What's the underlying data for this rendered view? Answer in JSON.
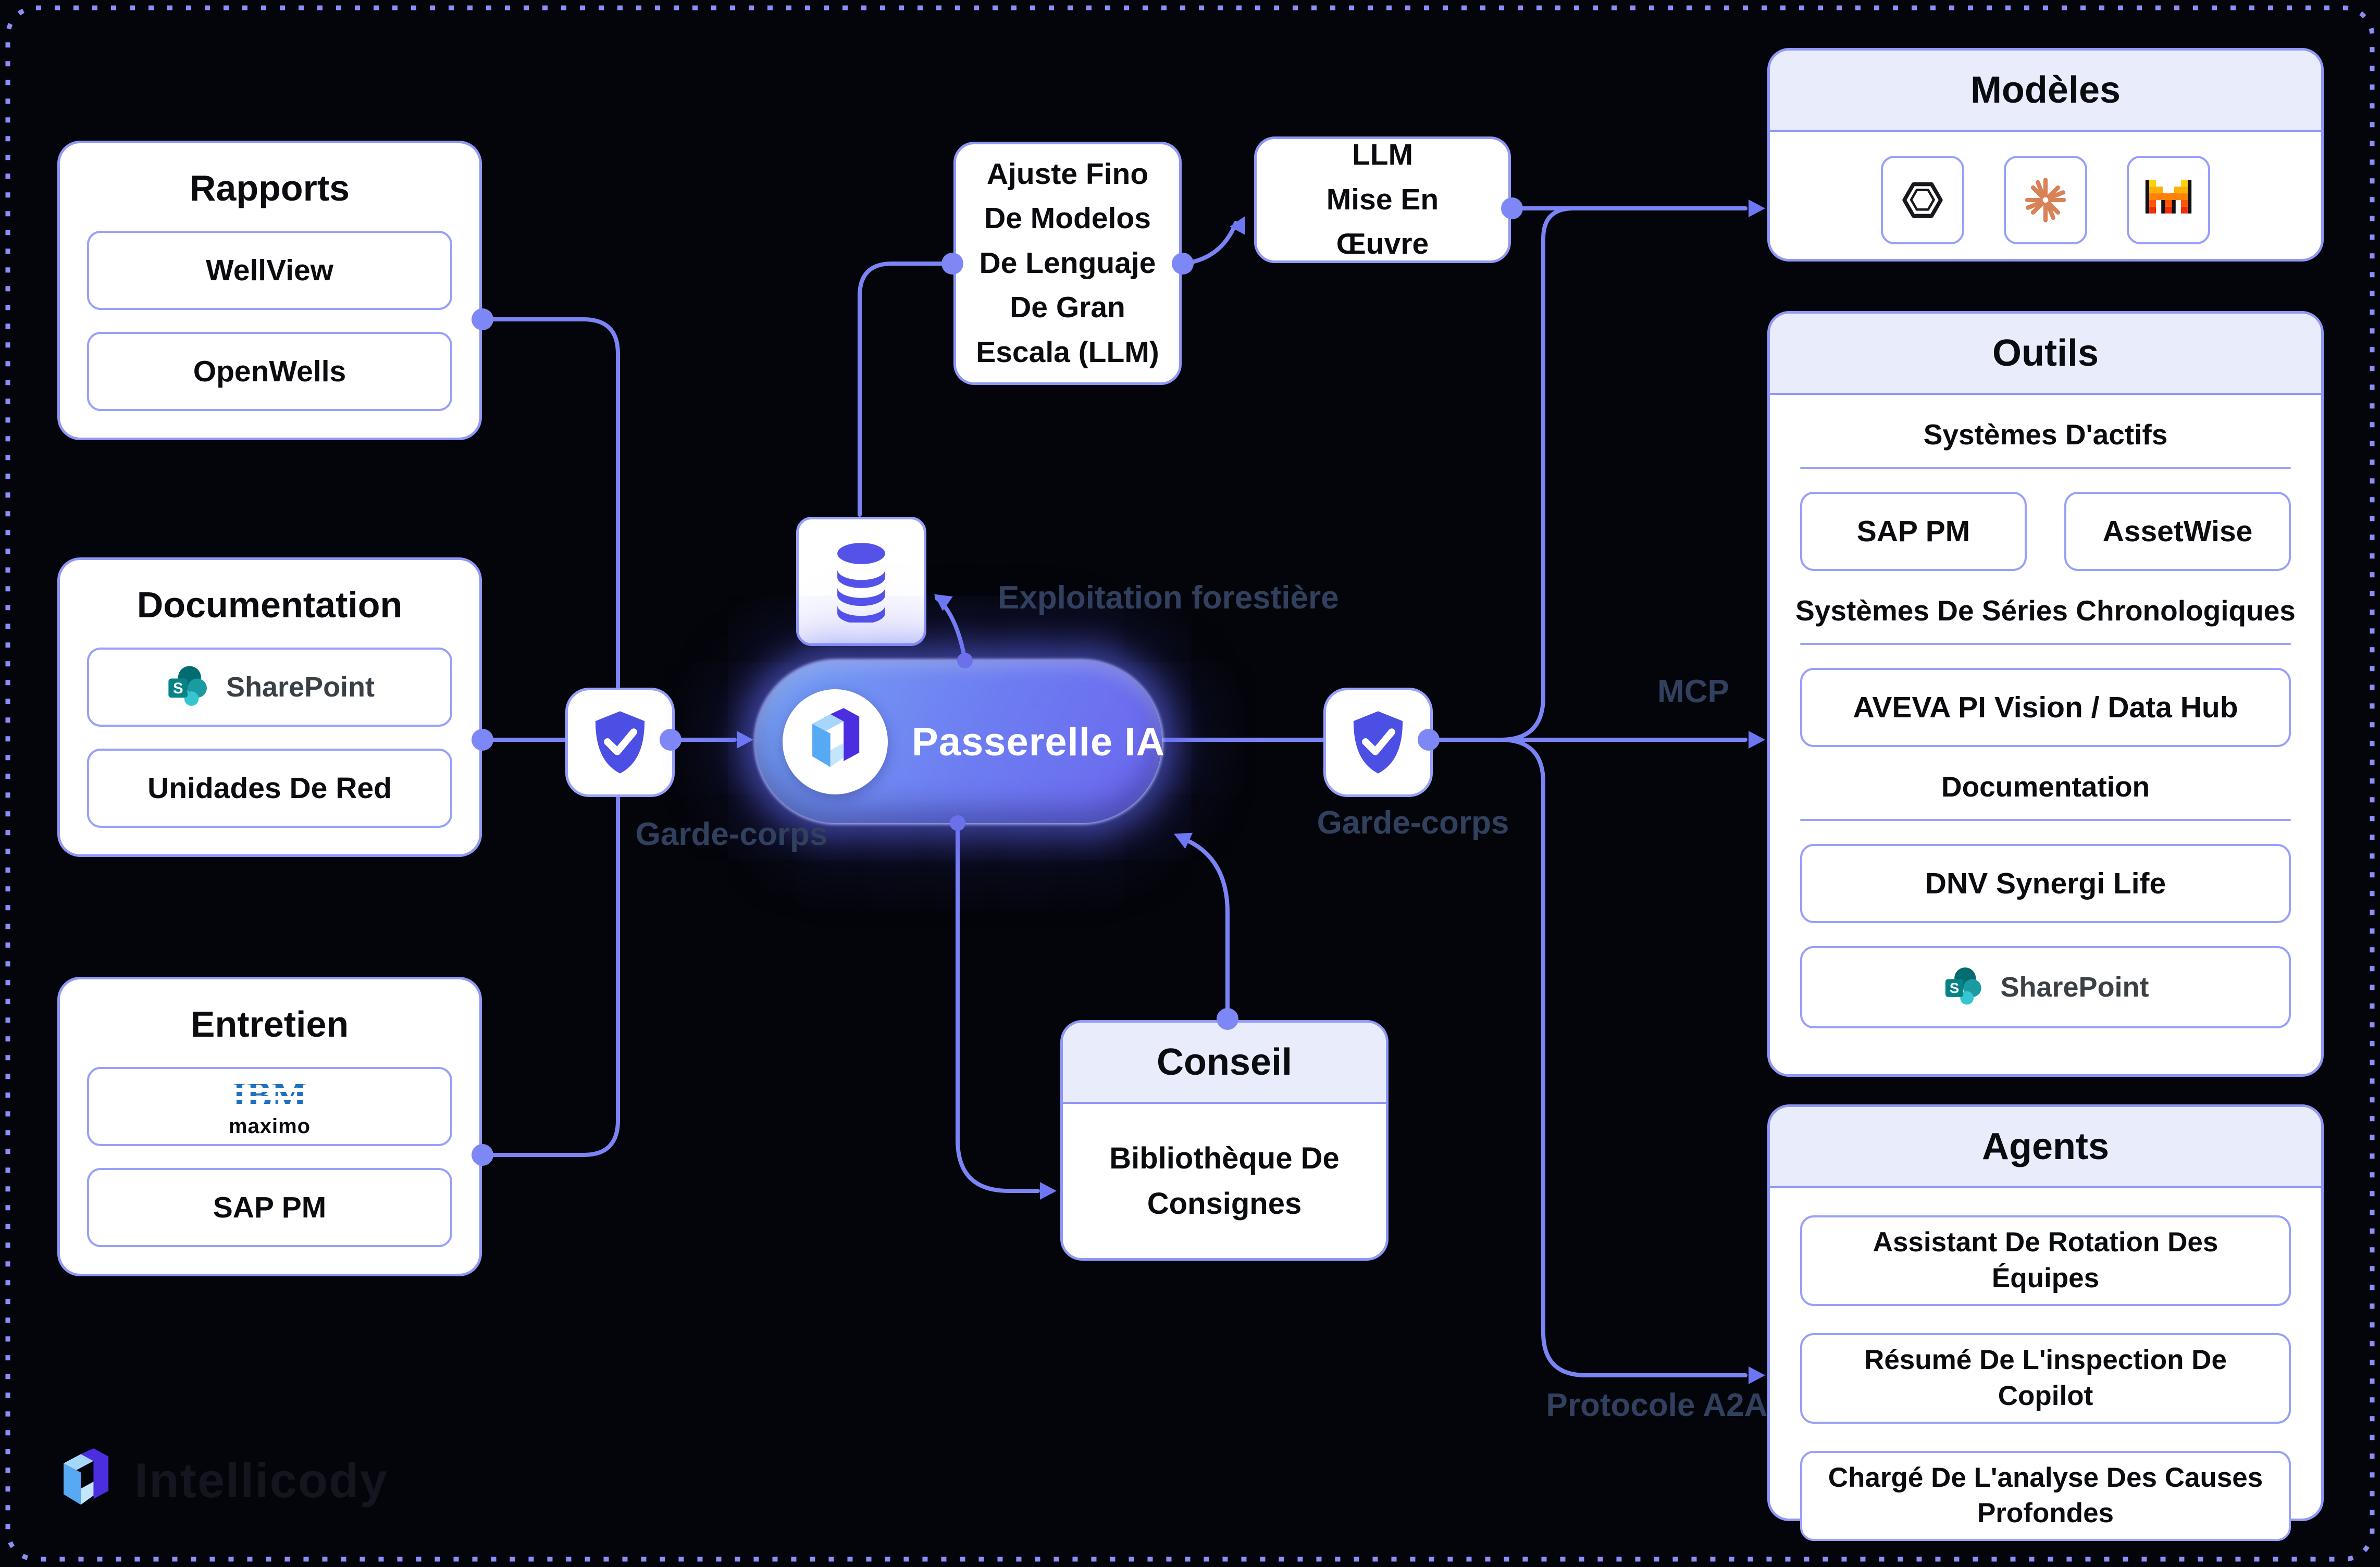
{
  "brand": {
    "wordmark": "Intellicody"
  },
  "sources": [
    {
      "title": "Rapports",
      "items": [
        "WellView",
        "OpenWells"
      ]
    },
    {
      "title": "Documentation",
      "items": [
        "SharePoint",
        "Unidades De Red"
      ]
    },
    {
      "title": "Entretien",
      "items": [
        "IBM maximo",
        "SAP PM"
      ]
    }
  ],
  "finetune": {
    "label": "Ajuste Fino De Modelos De Lenguaje De Gran Escala (LLM)"
  },
  "deploy": {
    "line1": "LLM",
    "line2": "Mise En Œuvre"
  },
  "gateway": {
    "label": "Passerelle IA"
  },
  "labels": {
    "guardrail_left": "Garde-corps",
    "guardrail_right": "Garde-corps",
    "logging": "Exploitation forestière",
    "mcp": "MCP",
    "a2a": "Protocole A2A"
  },
  "models": {
    "title": "Modèles",
    "icons": [
      "openai-icon",
      "anthropic-icon",
      "mistral-icon"
    ]
  },
  "tools": {
    "title": "Outils",
    "sections": [
      {
        "label": "Systèmes D'actifs",
        "items": [
          "SAP PM",
          "AssetWise"
        ]
      },
      {
        "label": "Systèmes De Séries Chronologiques",
        "items": [
          "AVEVA PI Vision / Data Hub"
        ]
      },
      {
        "label": "Documentation",
        "items": [
          "DNV Synergi Life",
          "SharePoint"
        ]
      }
    ]
  },
  "agents": {
    "title": "Agents",
    "items": [
      "Assistant De Rotation Des Équipes",
      "Résumé De L'inspection De Copilot",
      "Chargé De L'analyse Des Causes Profondes"
    ]
  },
  "conseil": {
    "title": "Conseil",
    "item": "Bibliothèque De Consignes"
  },
  "logos": {
    "ibm": "IBM",
    "maximo": "maximo",
    "sharepoint_s": "S"
  },
  "colors": {
    "accent": "#7b84f5",
    "border": "#8f98f7",
    "bg": "#04050a",
    "label": "#31405e",
    "indigo": "#4c4fe3"
  }
}
